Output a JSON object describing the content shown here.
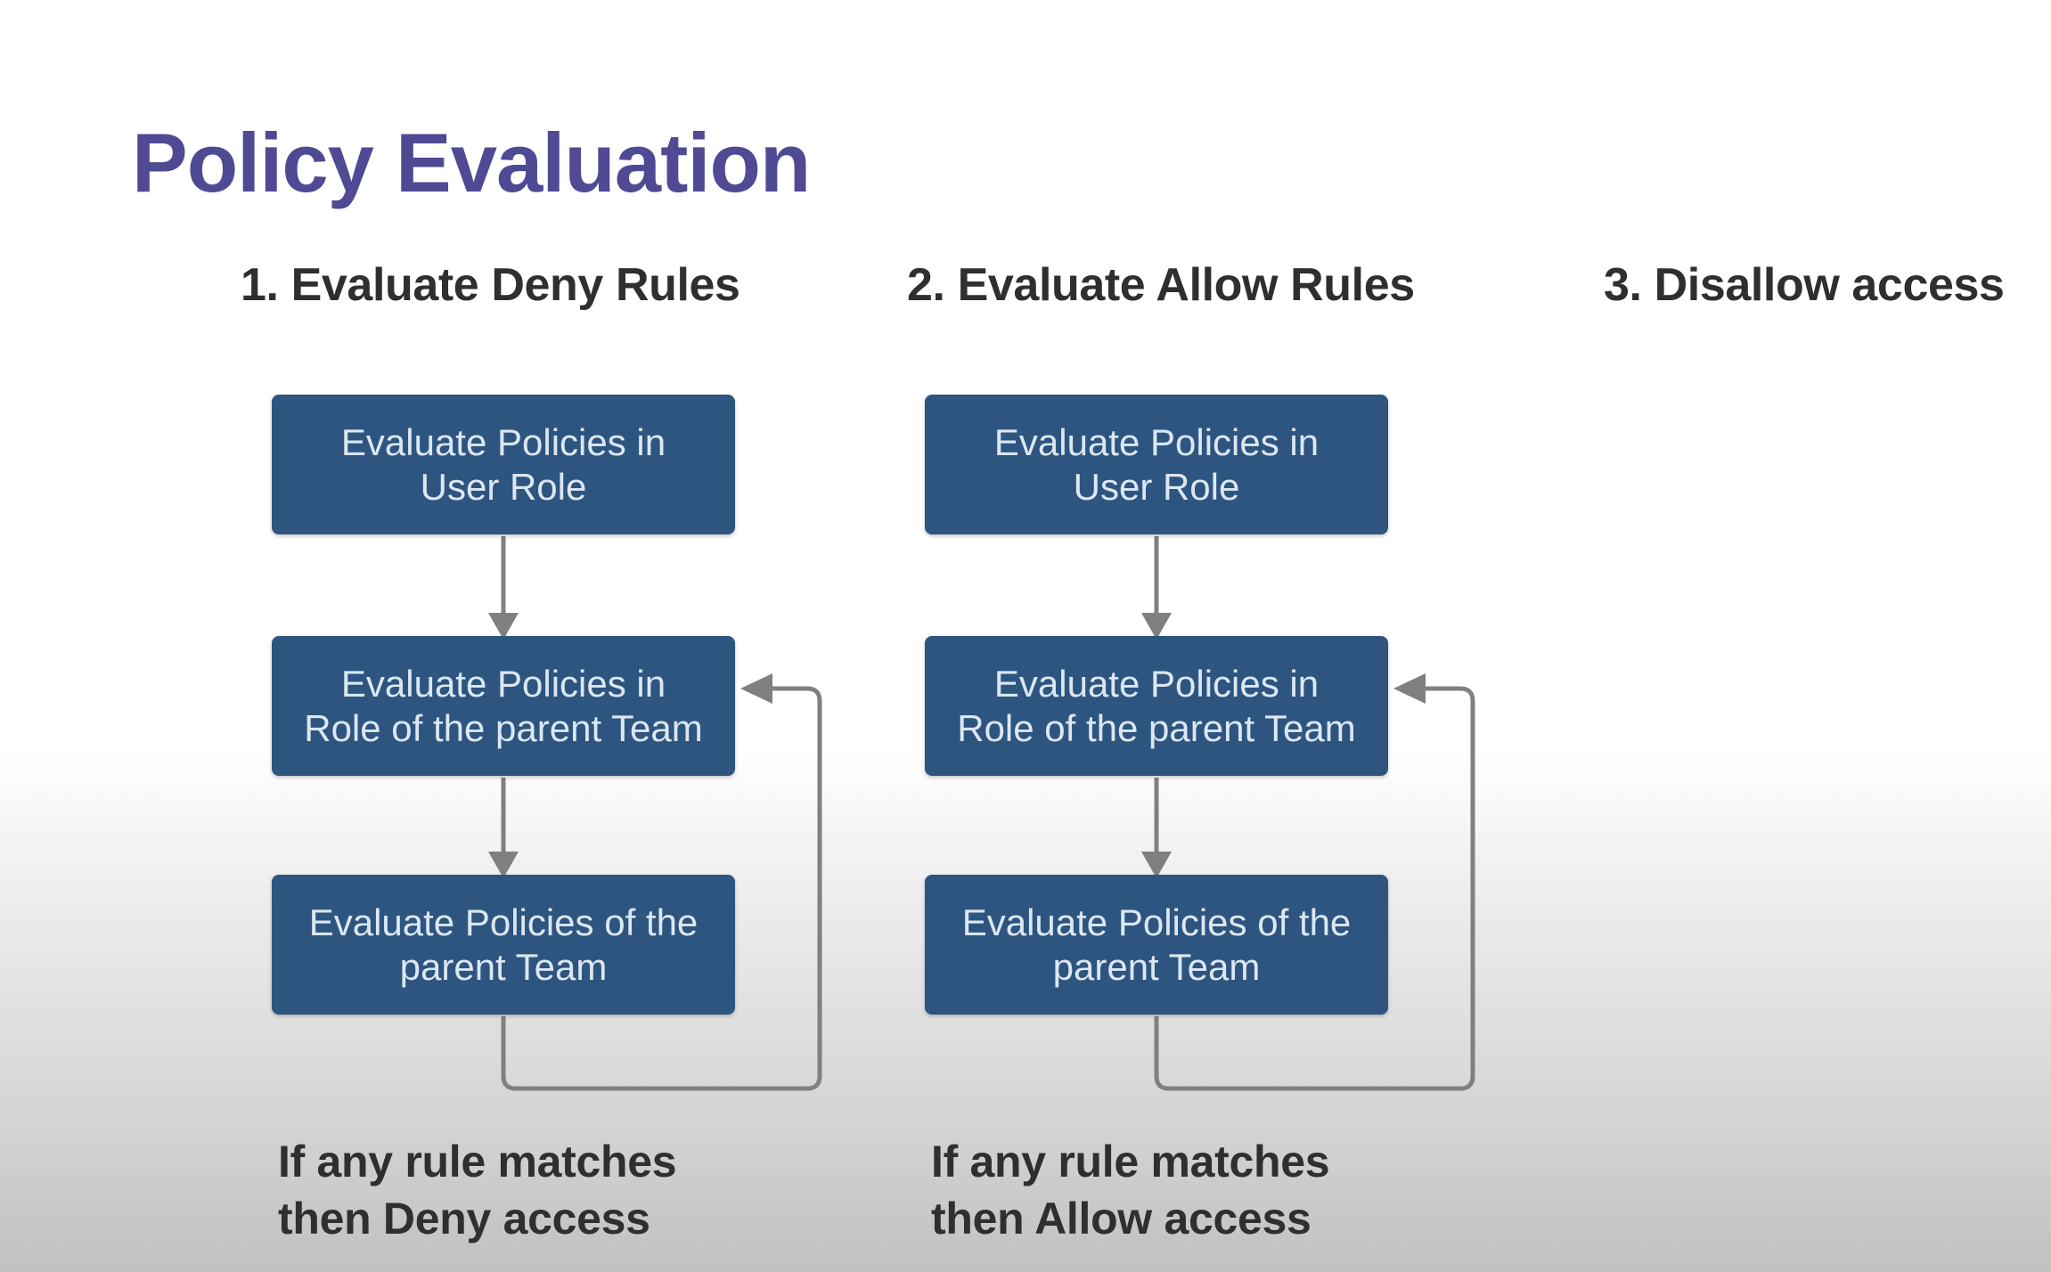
{
  "slide": {
    "title": "Policy Evaluation",
    "title_color": "#4f4a93",
    "background_top_color": "#ffffff",
    "background_bottom_color": "#c2c2c2",
    "box_fill_color": "#2d5580",
    "box_text_color": "#dce7f2",
    "connector_color": "#808080",
    "heading_color": "#2f2f2f"
  },
  "headers": [
    {
      "label": "1. Evaluate Deny Rules"
    },
    {
      "label": "2. Evaluate Allow Rules"
    },
    {
      "label": "3. Disallow access"
    }
  ],
  "columns": [
    {
      "id": "deny",
      "boxes": [
        {
          "line1": "Evaluate Policies in",
          "line2": "User Role"
        },
        {
          "line1": "Evaluate Policies in",
          "line2": "Role of the parent Team"
        },
        {
          "line1": "Evaluate Policies of the",
          "line2": "parent Team"
        }
      ],
      "caption": {
        "line1": "If any rule matches",
        "line2": "then Deny access"
      }
    },
    {
      "id": "allow",
      "boxes": [
        {
          "line1": "Evaluate Policies in",
          "line2": "User Role"
        },
        {
          "line1": "Evaluate Policies in",
          "line2": "Role of the parent Team"
        },
        {
          "line1": "Evaluate Policies of the",
          "line2": "parent Team"
        }
      ],
      "caption": {
        "line1": "If any rule matches",
        "line2": "then Allow access"
      }
    }
  ]
}
